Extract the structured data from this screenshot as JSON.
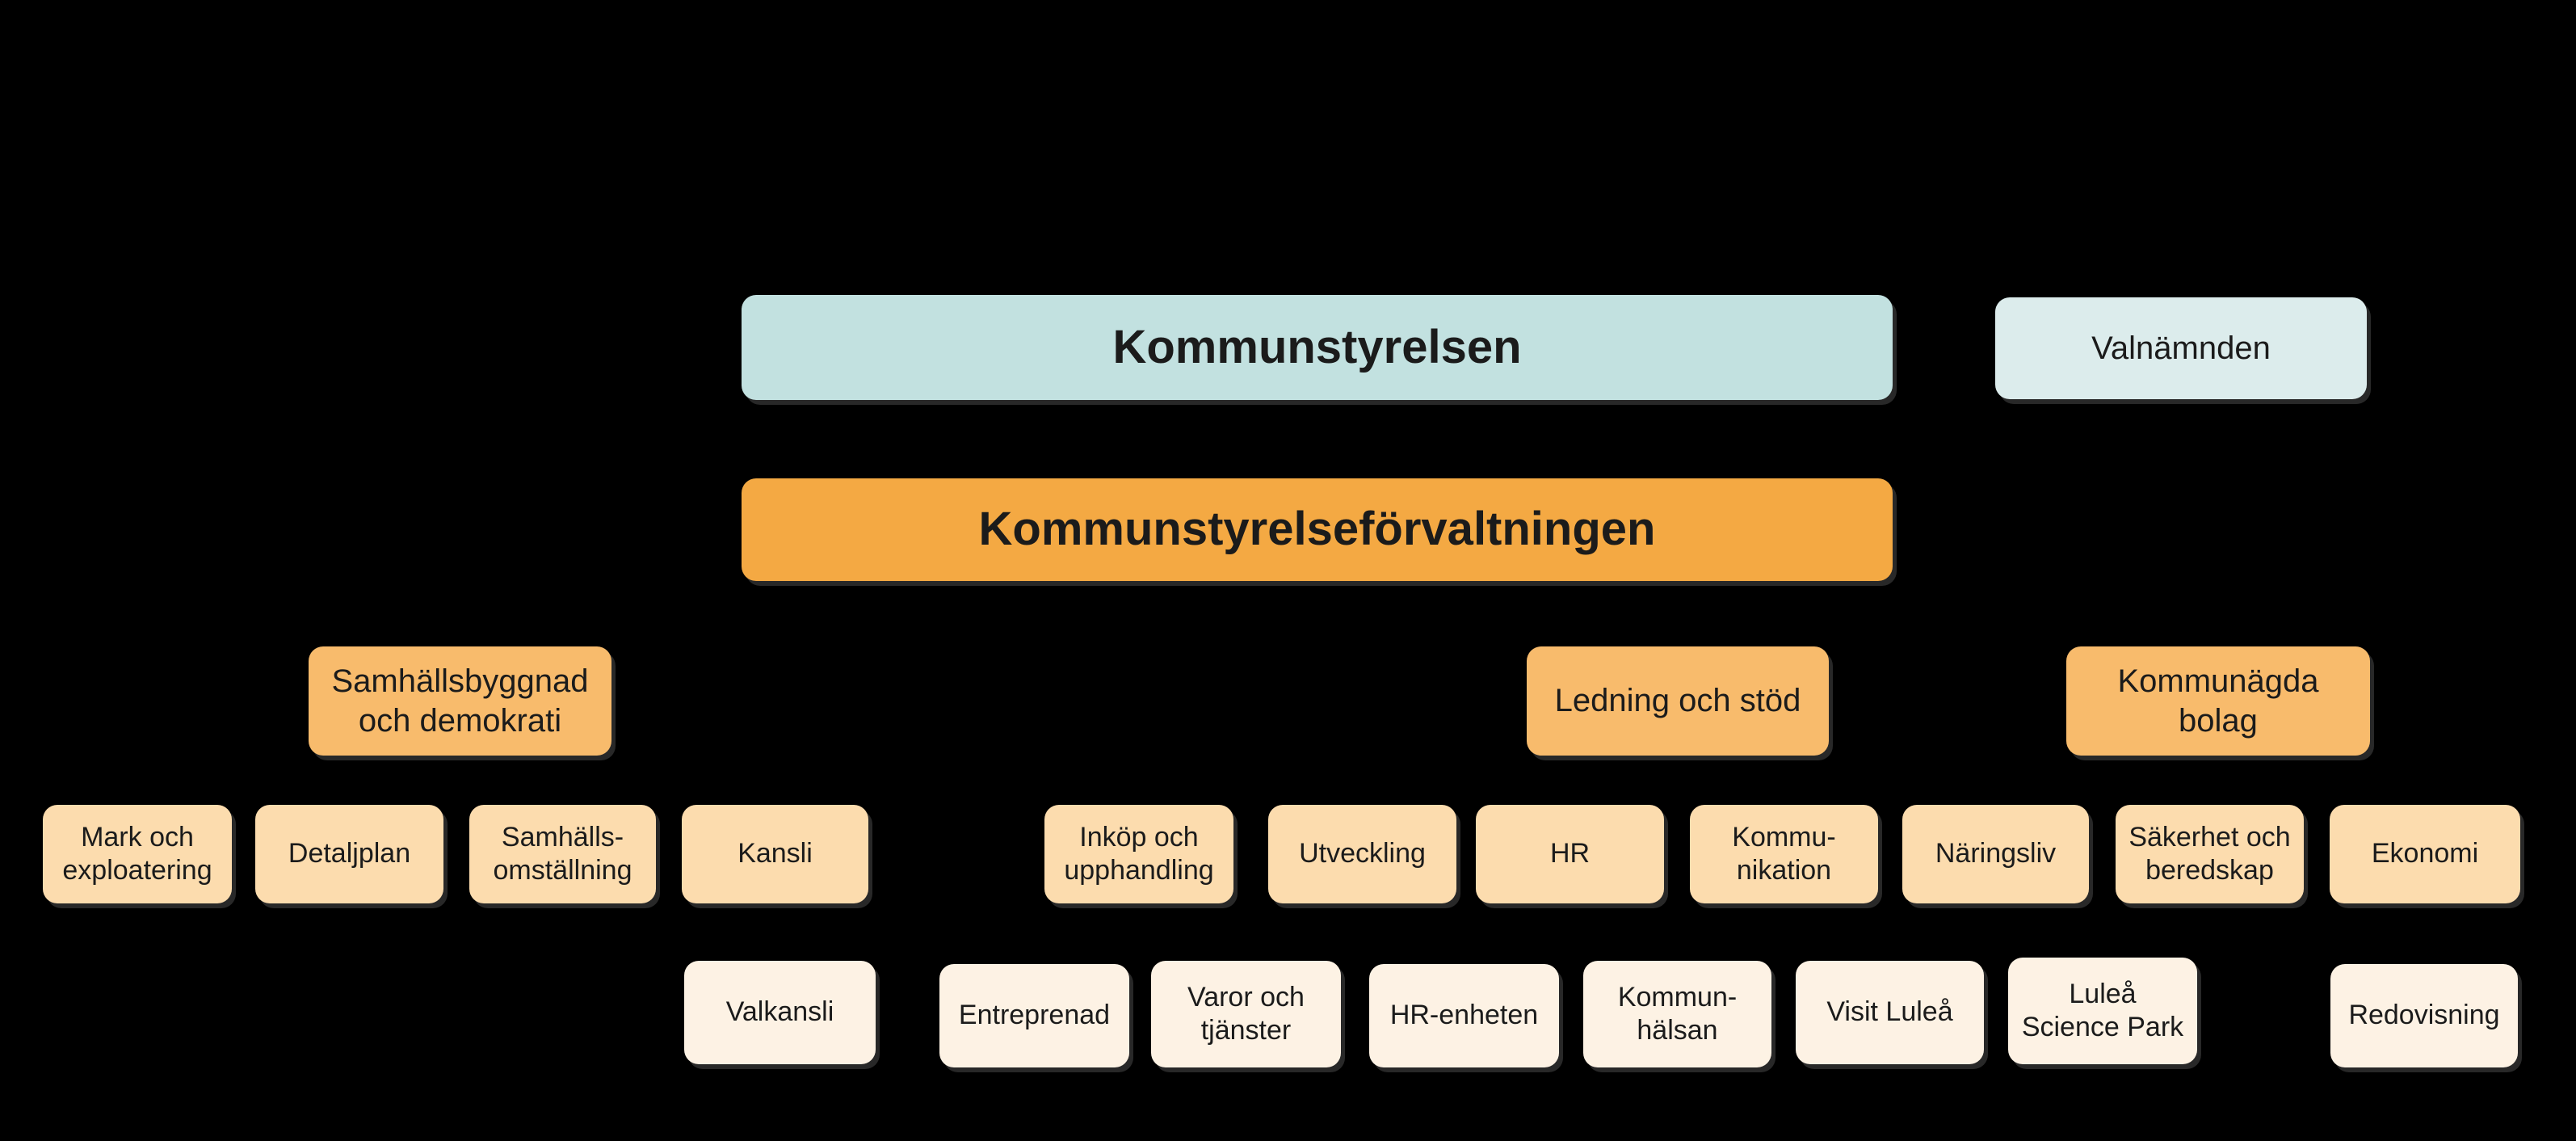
{
  "colors": {
    "background": "#000000",
    "board_box": "#c2e1e0",
    "election_board_box": "#dcecec",
    "administration_box": "#f4a943",
    "division_box": "#f8bb6c",
    "department_box": "#fcdcae",
    "unit_box": "#fdf2e4",
    "text": "#1b1b1b"
  },
  "org": {
    "board": {
      "label": "Kommunstyrelsen"
    },
    "election_committee": {
      "label": "Valnämnden"
    },
    "administration": {
      "label": "Kommunstyrelseförvaltningen"
    },
    "divisions": [
      {
        "label": "Samhällsbyggnad\noch demokrati"
      },
      {
        "label": "Ledning och stöd"
      },
      {
        "label": "Kommunägda\nbolag"
      }
    ],
    "departments": [
      {
        "label": "Mark och\nexploatering"
      },
      {
        "label": "Detaljplan"
      },
      {
        "label": "Samhälls-\nomställning"
      },
      {
        "label": "Kansli"
      },
      {
        "label": "Inköp och\nupphandling"
      },
      {
        "label": "Utveckling"
      },
      {
        "label": "HR"
      },
      {
        "label": "Kommu-\nnikation"
      },
      {
        "label": "Näringsliv"
      },
      {
        "label": "Säkerhet och\nberedskap"
      },
      {
        "label": "Ekonomi"
      }
    ],
    "units": [
      {
        "label": "Valkansli"
      },
      {
        "label": "Entreprenad"
      },
      {
        "label": "Varor och\ntjänster"
      },
      {
        "label": "HR-enheten"
      },
      {
        "label": "Kommun-\nhälsan"
      },
      {
        "label": "Visit Luleå"
      },
      {
        "label": "Luleå\nScience Park"
      },
      {
        "label": "Redovisning"
      }
    ]
  }
}
